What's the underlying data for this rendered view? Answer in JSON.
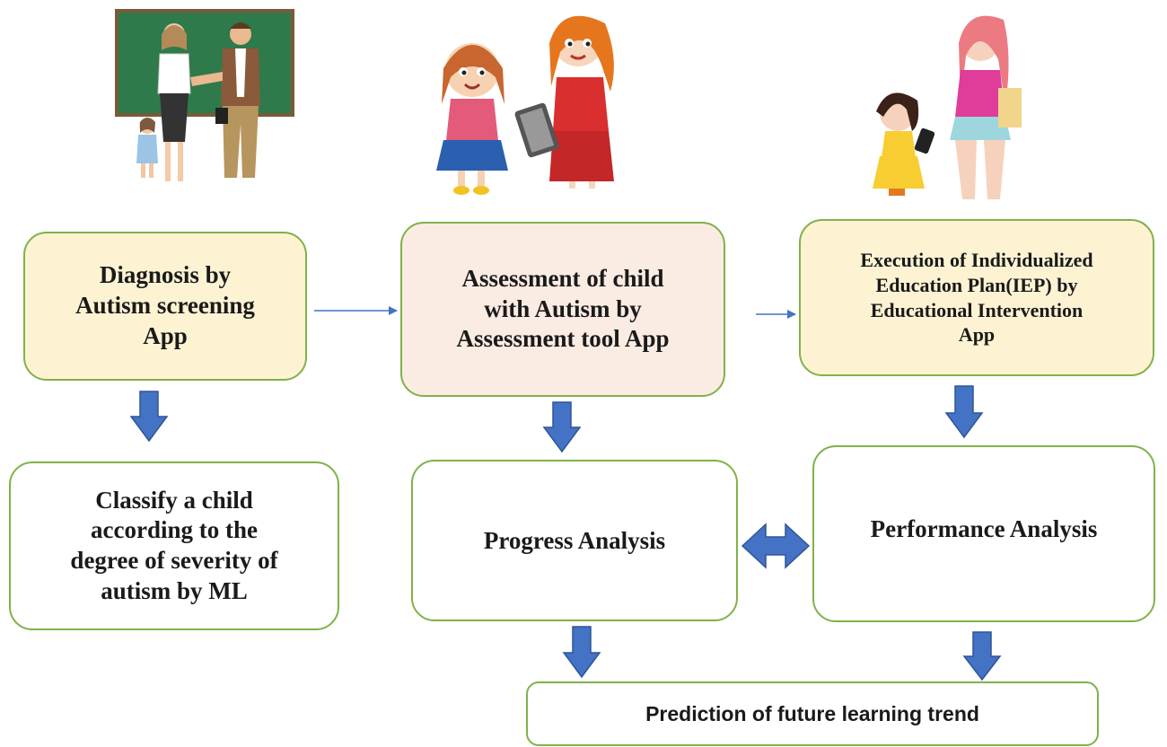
{
  "boxes": {
    "diagnosis": [
      "Diagnosis by",
      "Autism screening",
      "App"
    ],
    "assessment": [
      "Assessment of child",
      "with Autism by",
      "Assessment tool App"
    ],
    "execution": [
      "Execution of Individualized",
      "Education Plan(IEP) by",
      "Educational Intervention",
      "App"
    ],
    "classify": [
      "Classify a child",
      "according to the",
      "degree of severity of",
      "autism by ML"
    ],
    "progress": "Progress Analysis",
    "performance": "Performance Analysis",
    "prediction": "Prediction of future learning trend"
  },
  "colors": {
    "box_border": "#7fb24a",
    "fill_yellow": "#fdf3d3",
    "fill_peach": "#fbece3",
    "arrow_blue": "#4472c4"
  }
}
